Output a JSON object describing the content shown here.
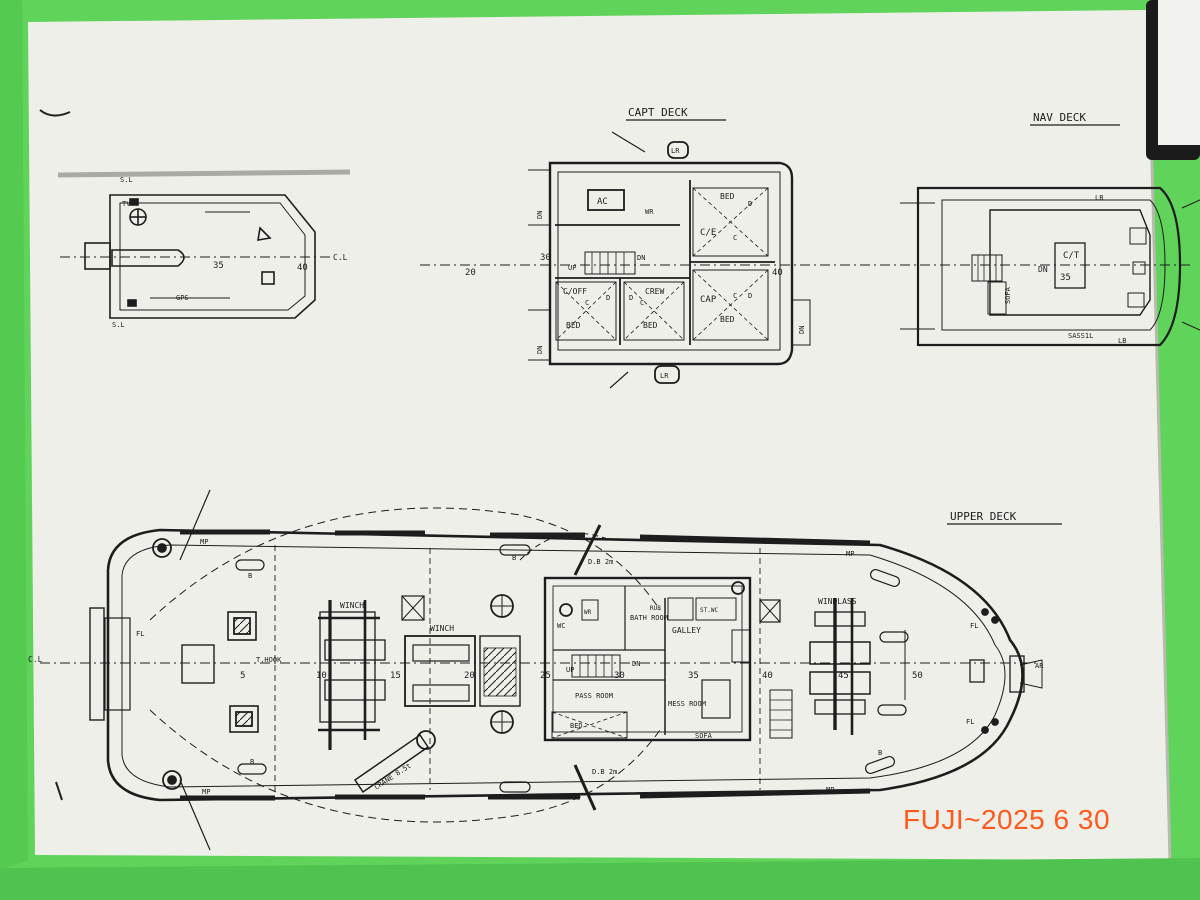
{
  "photo": {
    "surface_color": "#5fd35a",
    "paper_color": "#efefea",
    "ink_color": "#1d1d1d",
    "stamp_color": "#ff5a1e"
  },
  "decks": {
    "capt": {
      "title": "CAPT DECK",
      "rooms": {
        "ac": "AC",
        "wr": "WR",
        "bed_ce": "BED",
        "ce": "C/E",
        "c_off": "C/OFF",
        "crew": "CREW",
        "bed1": "BED",
        "bed2": "BED",
        "cap": "CAP",
        "bed_cap": "BED",
        "up": "UP",
        "dn": "DN",
        "lr_top": "LR",
        "lr_bottom": "LR",
        "dn_left1": "DN",
        "dn_left2": "DN",
        "dn_right": "DN",
        "d1": "D",
        "d2": "D",
        "d3": "D",
        "d4": "D",
        "c1": "C",
        "c2": "C",
        "c3": "C",
        "c4": "C"
      },
      "frames": {
        "f20": "20",
        "f30": "30",
        "f40": "40"
      }
    },
    "nav": {
      "title": "NAV DECK",
      "rooms": {
        "ct": "C/T",
        "dn": "DN",
        "sofa": "SOFA",
        "lb_top": "LB",
        "lb_bottom": "LB",
        "sash": "SASS1L"
      },
      "frames": {
        "f35": "35"
      }
    },
    "bow_view": {
      "labels": {
        "sl_top": "S.L",
        "sl_bottom": "S.L",
        "tv": "TV",
        "cl": "C.L",
        "f35": "35",
        "f40": "40",
        "gps": "GPS"
      }
    },
    "upper": {
      "title": "UPPER DECK",
      "rooms": {
        "winch_aft": "WINCH",
        "winch_mid": "WINCH",
        "windlass": "WINDLASS",
        "bath_room": "BATH ROOM",
        "galley": "GALLEY",
        "wc": "WC",
        "wr": "WR",
        "pass_room": "PASS ROOM",
        "mess_room": "MESS ROOM",
        "sofa": "SOFA",
        "bed": "BED",
        "crane": "CRANE 8.5t",
        "thook": "T.HOOK",
        "mp1": "MP",
        "mp2": "MP",
        "mp3": "MP",
        "mp4": "MP",
        "fl_aft": "FL",
        "fl_fwd1": "FL",
        "fl_fwd2": "FL",
        "ar": "AR",
        "db_top": "D.B 2m",
        "db_bottom": "D.B 2m",
        "cl": "C.L",
        "rub": "RUB",
        "stwc": "ST.WC",
        "b1": "B",
        "b2": "B",
        "b3": "B",
        "b4": "B",
        "up": "UP",
        "dn": "DN"
      },
      "frames": {
        "f5": "5",
        "f10": "10",
        "f15": "15",
        "f20": "20",
        "f25": "25",
        "f30": "30",
        "f35": "35",
        "f40": "40",
        "f45": "45",
        "f50": "50"
      }
    }
  },
  "stamp": {
    "text": "FUJI~2025 6 30"
  }
}
